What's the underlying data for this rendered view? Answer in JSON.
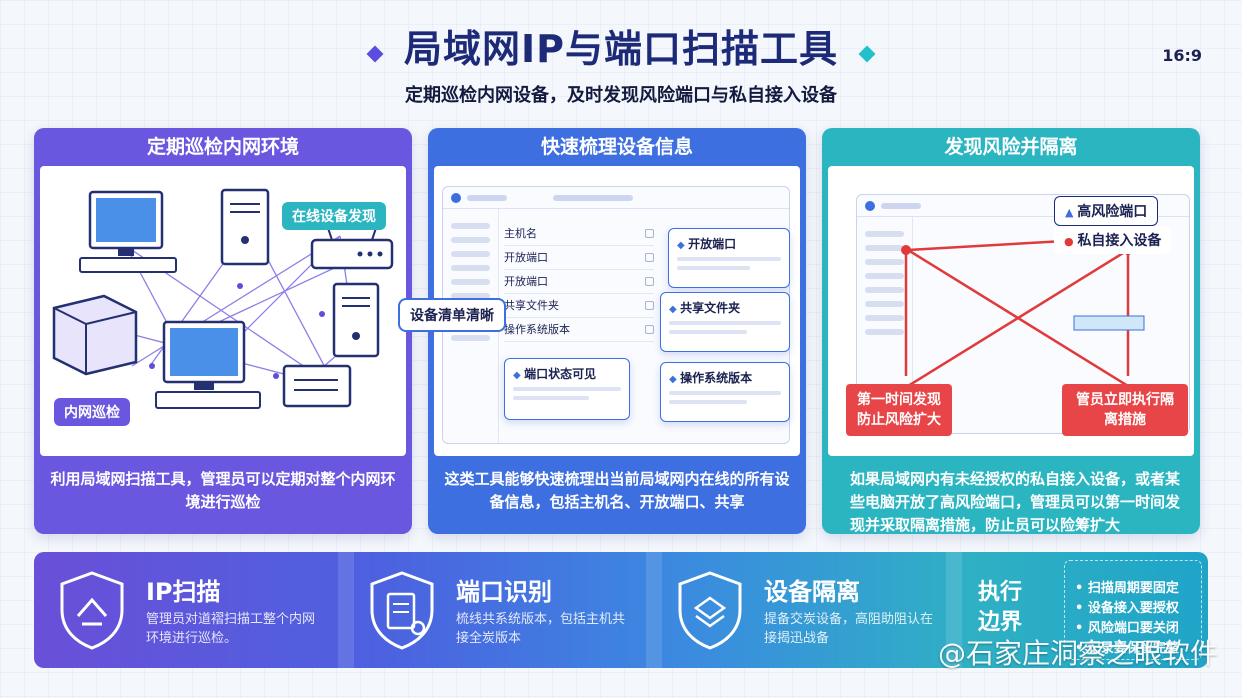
{
  "header": {
    "title": "局域网IP与端口扫描工具",
    "subtitle": "定期巡检内网设备，及时发现风险端口与私自接入设备",
    "ratio": "16:9"
  },
  "panels": [
    {
      "title": "定期巡检内网环境",
      "tags": [
        "在线设备发现",
        "内网巡检"
      ],
      "footer": "利用局域网扫描工具，管理员可以定期对整个内网环境进行巡检"
    },
    {
      "title": "快速梳理设备信息",
      "callout": "设备清单清晰",
      "rows": [
        "主机名",
        "开放端口",
        "开放端口",
        "共享文件夹",
        "操作系统版本"
      ],
      "popups": [
        "开放端口",
        "共享文件夹",
        "端口状态可见",
        "操作系统版本"
      ],
      "footer": "这类工具能够快速梳理出当前局域网内在线的所有设备信息，包括主机名、开放端口、共享"
    },
    {
      "title": "发现风险并隔离",
      "risks": [
        "高风险端口",
        "私自接入设备"
      ],
      "alerts": [
        "第一时间发现防止风险扩大",
        "管员立即执行隔离措施"
      ],
      "footer": "如果局域网内有未经授权的私自接入设备，或者某些电脑开放了高风险端口，管理员可以第一时间发现并采取隔离措施，防止员可以险筹扩大"
    }
  ],
  "banner": {
    "segments": [
      {
        "title": "IP扫描",
        "desc": "管理员对道褶扫描工整个内网环境进行巡检。"
      },
      {
        "title": "端口识别",
        "desc": "梳线共系统版本，包括主机共接全炭版本"
      },
      {
        "title": "设备隔离",
        "desc": "提备交炭设备，高阻助阻认在接揭迅战备"
      }
    ],
    "execute": {
      "title": "执行边界",
      "items": [
        "扫描周期要固定",
        "设备接入要授权",
        "风险端口要关闭",
        "记录要保留完整"
      ]
    }
  },
  "watermark": "@石家庄洞察之眼软件",
  "colors": {
    "violet": "#6a57e0",
    "blue": "#3d6fe0",
    "teal": "#2bb5c0",
    "alert": "#e84548"
  }
}
